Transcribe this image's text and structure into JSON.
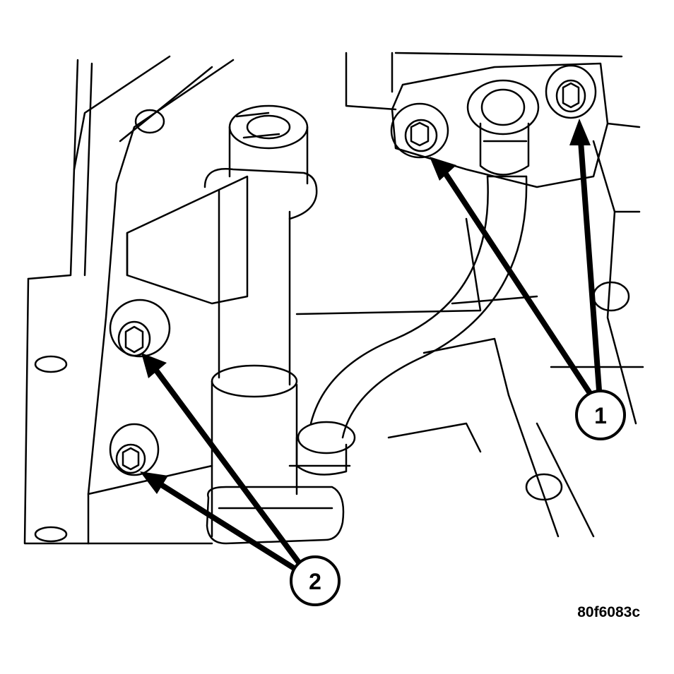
{
  "figure": {
    "callouts": [
      {
        "label": "1"
      },
      {
        "label": "2"
      }
    ],
    "figure_code": "80f6083c"
  },
  "colors": {
    "line": "#000000",
    "background": "#ffffff"
  }
}
